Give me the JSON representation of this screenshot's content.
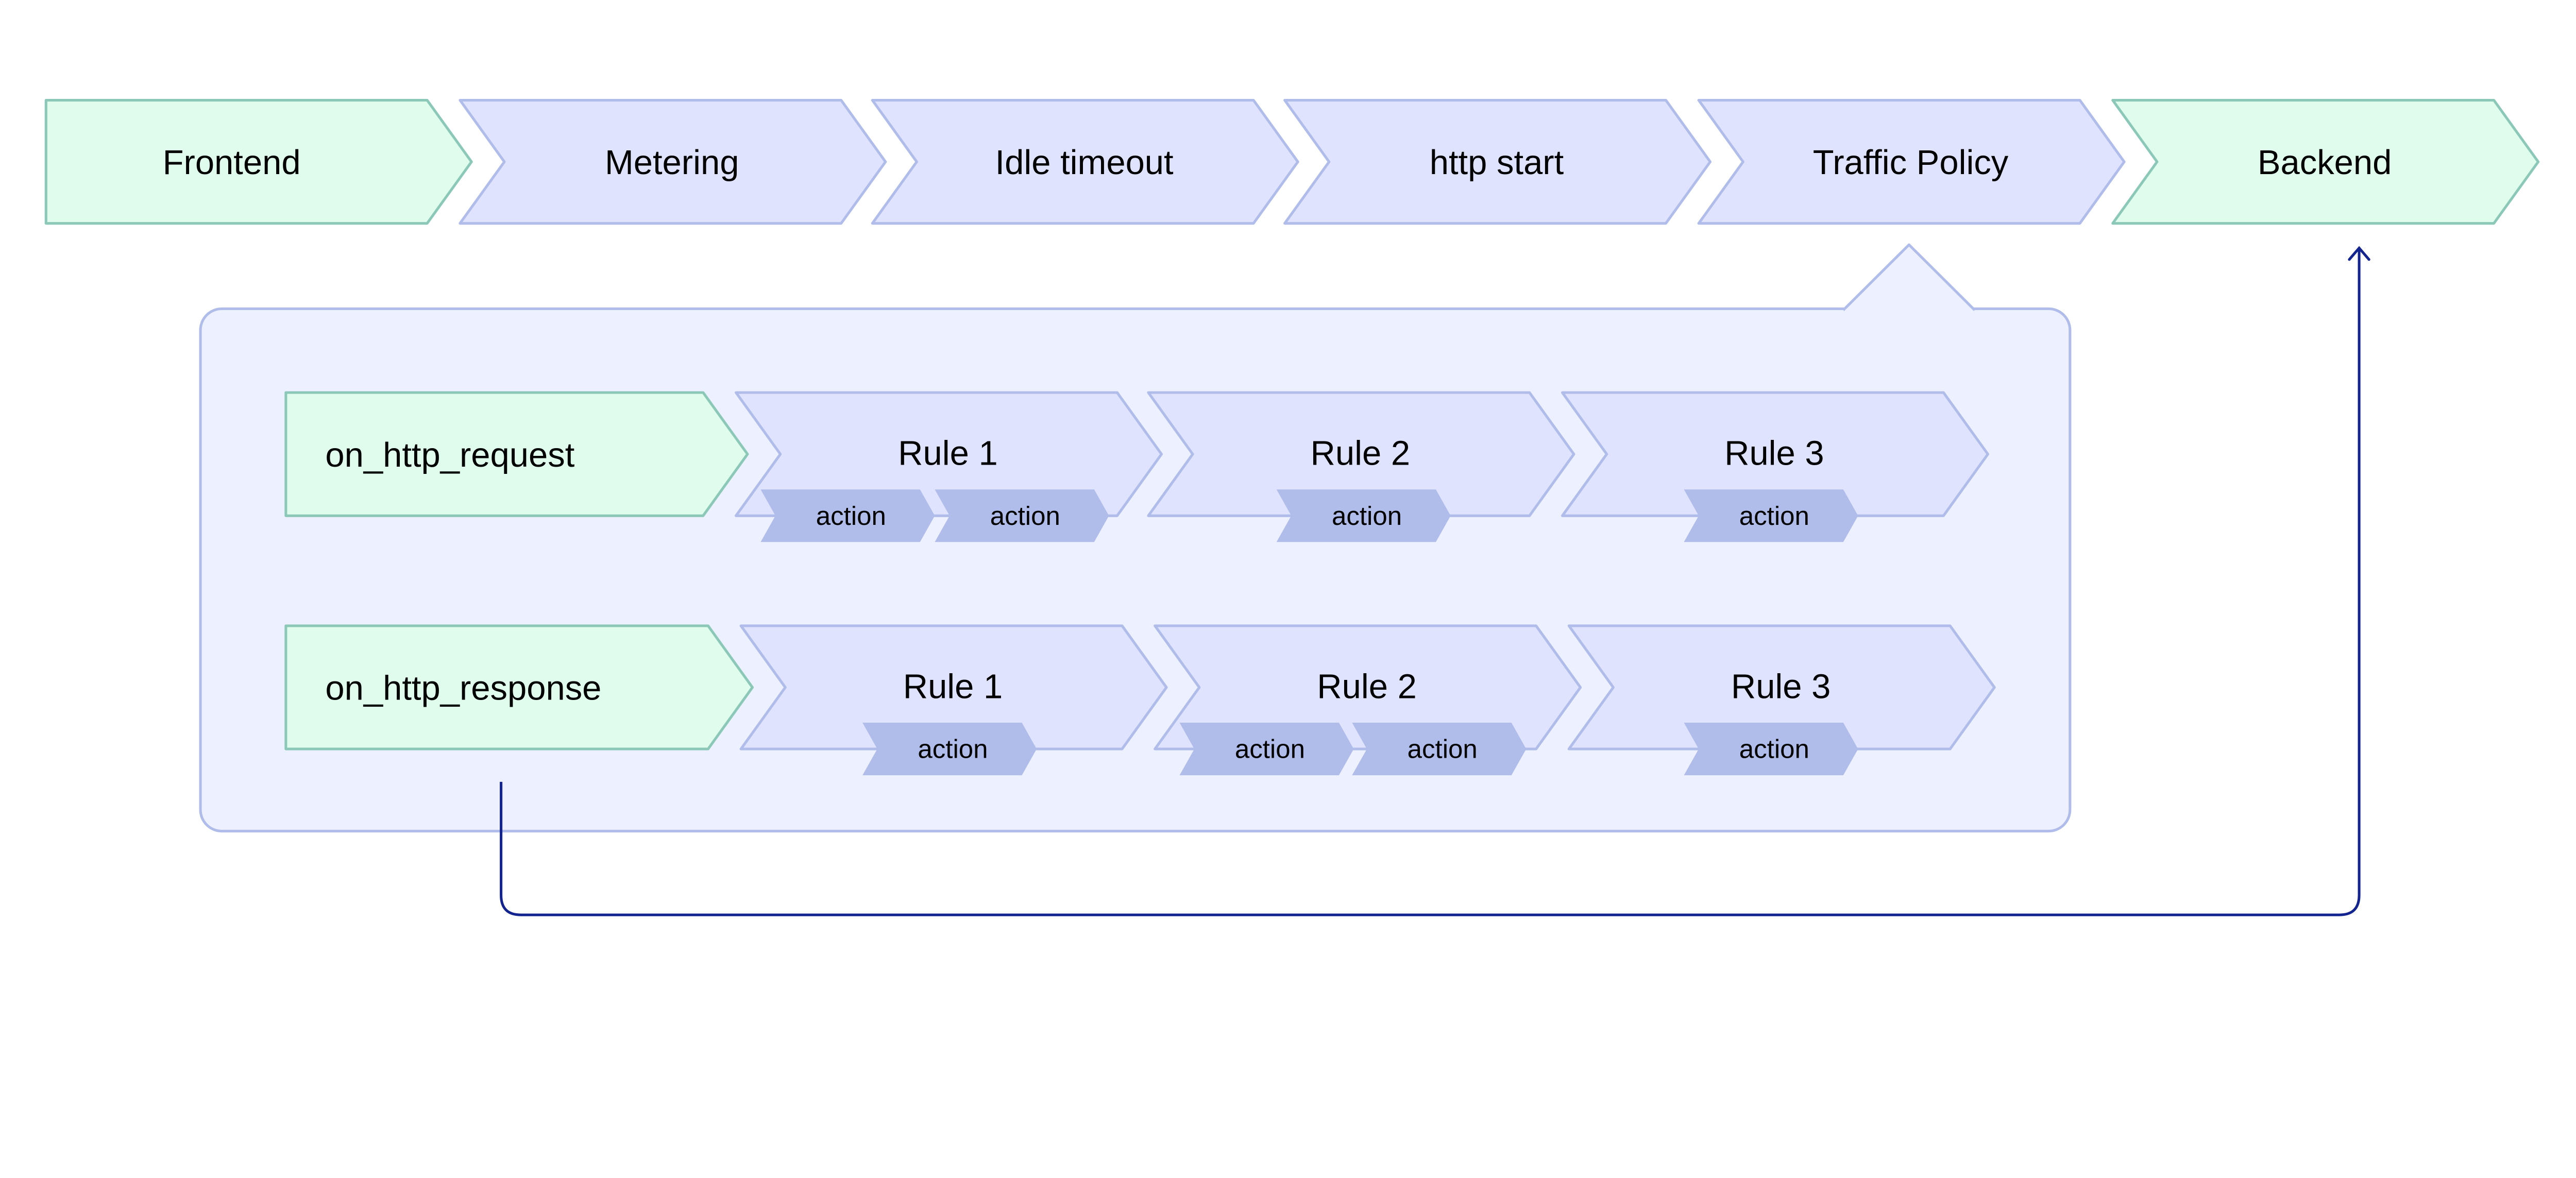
{
  "pipeline": {
    "stages": [
      {
        "label": "Frontend",
        "kind": "endpoint"
      },
      {
        "label": "Metering",
        "kind": "step"
      },
      {
        "label": "Idle timeout",
        "kind": "step"
      },
      {
        "label": "http start",
        "kind": "step"
      },
      {
        "label": "Traffic Policy",
        "kind": "step"
      },
      {
        "label": "Backend",
        "kind": "endpoint"
      }
    ]
  },
  "traffic_policy": {
    "phases": [
      {
        "label": "on_http_request",
        "rules": [
          {
            "label": "Rule 1",
            "actions": [
              "action",
              "action"
            ]
          },
          {
            "label": "Rule 2",
            "actions": [
              "action"
            ]
          },
          {
            "label": "Rule 3",
            "actions": [
              "action"
            ]
          }
        ]
      },
      {
        "label": "on_http_response",
        "rules": [
          {
            "label": "Rule 1",
            "actions": [
              "action"
            ]
          },
          {
            "label": "Rule 2",
            "actions": [
              "action",
              "action"
            ]
          },
          {
            "label": "Rule 3",
            "actions": [
              "action"
            ]
          }
        ]
      }
    ]
  },
  "colors": {
    "endpoint_fill": "#e0fcec",
    "endpoint_stroke": "#8cc8b8",
    "step_fill": "#dfe3fd",
    "step_stroke": "#b0bce9",
    "panel_fill": "#edf0fe",
    "action_fill": "#b0bce9",
    "arrow": "#14248f"
  }
}
